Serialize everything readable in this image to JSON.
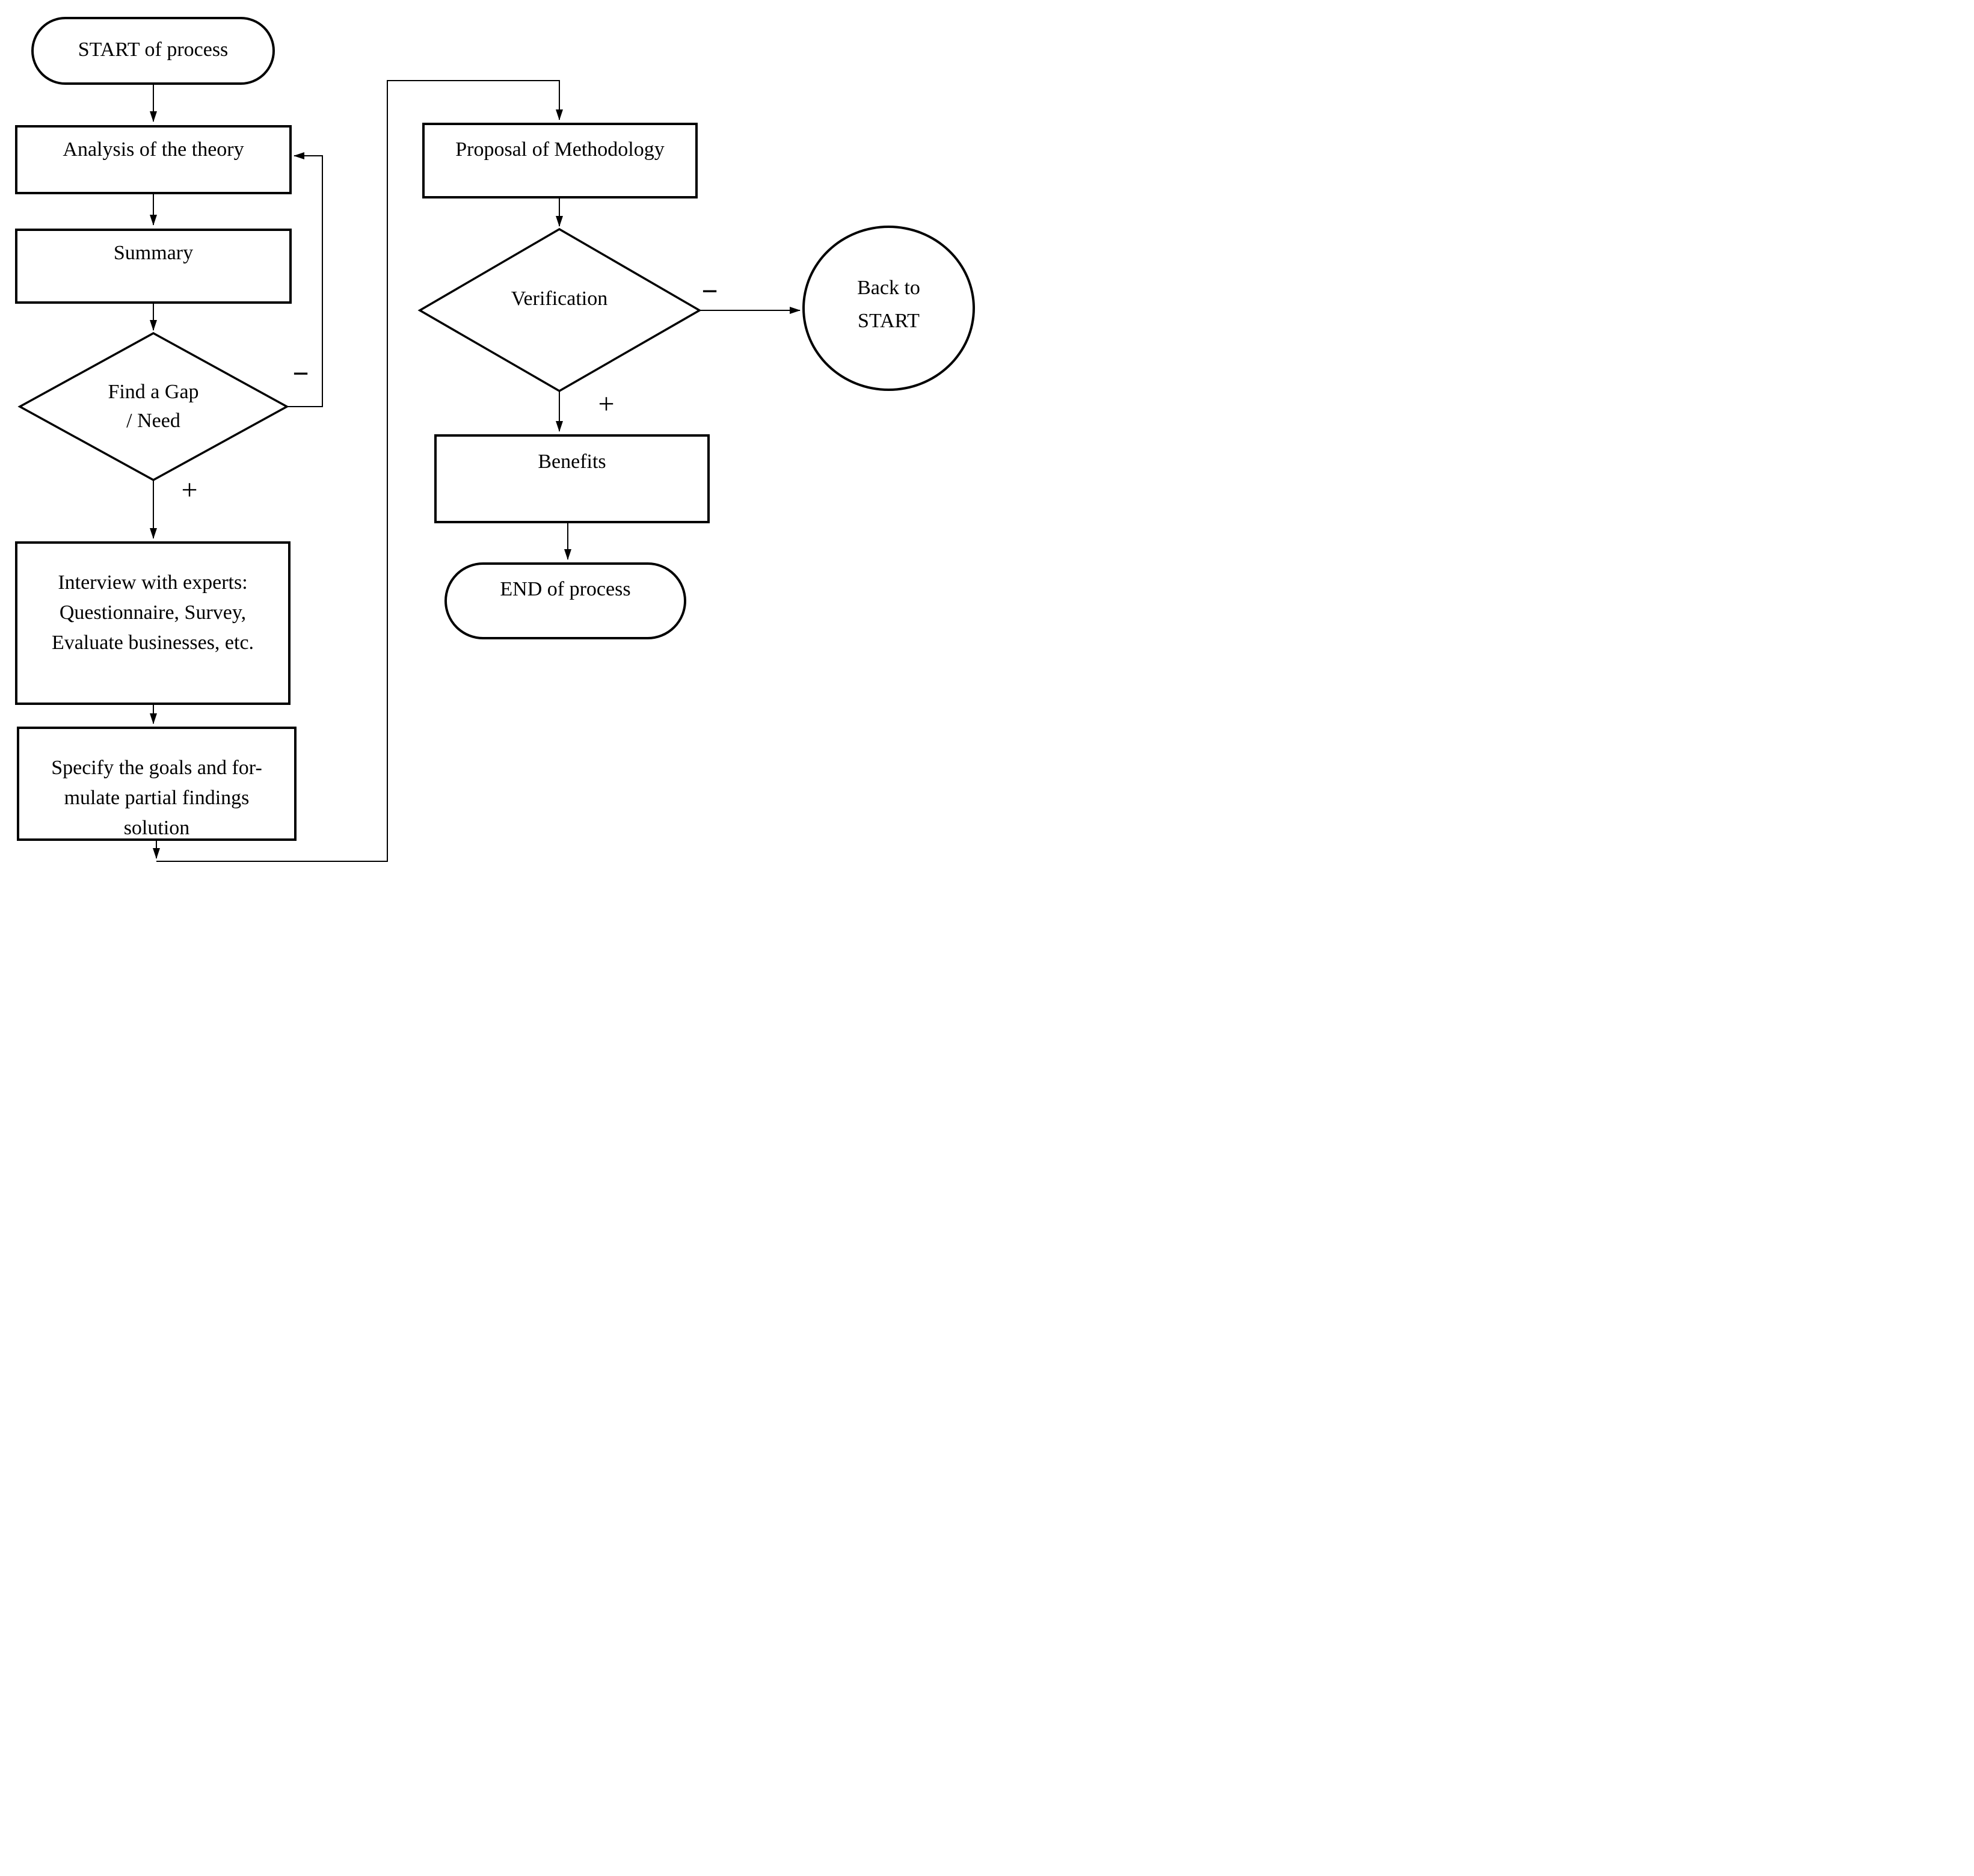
{
  "diagram": {
    "background_color": "#ffffff",
    "stroke_color": "#000000",
    "nodes": {
      "start": {
        "shape": "stadium",
        "label": "START of process"
      },
      "analysis": {
        "shape": "rect",
        "label": "Analysis of the theory"
      },
      "summary": {
        "shape": "rect",
        "label": "Summary"
      },
      "find_gap": {
        "shape": "diamond",
        "line1": "Find a Gap",
        "line2": "/ Need"
      },
      "interview": {
        "shape": "rect",
        "line1": "Interview with experts:",
        "line2": "Questionnaire, Survey,",
        "line3": "Evaluate businesses, etc."
      },
      "specify": {
        "shape": "rect",
        "line1": "Specify the goals and for-",
        "line2": "mulate partial findings",
        "line3": "solution"
      },
      "proposal": {
        "shape": "rect",
        "label": "Proposal of Methodology"
      },
      "verification": {
        "shape": "diamond",
        "label": "Verification"
      },
      "back_to_start": {
        "shape": "circle",
        "line1": "Back to",
        "line2": "START"
      },
      "benefits": {
        "shape": "rect",
        "label": "Benefits"
      },
      "end": {
        "shape": "stadium",
        "label": "END of process"
      }
    },
    "edge_labels": {
      "gap_negative": "−",
      "gap_positive": "+",
      "verification_negative": "−",
      "verification_positive": "+"
    }
  }
}
